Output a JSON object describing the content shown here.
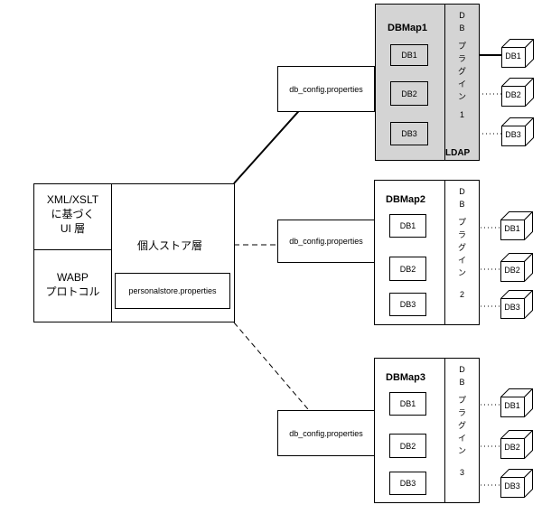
{
  "left_panel": {
    "xml_xslt_line1": "XML/XSLT",
    "xml_xslt_line2": "に基づく",
    "xml_xslt_line3": "UI 層",
    "wabp_line1": "WABP",
    "wabp_line2": "プロトコル",
    "personal_store": "個人ストア層",
    "personalstore_props": "personalstore.properties"
  },
  "config_label": "db_config.properties",
  "maps": [
    {
      "title": "DBMap1",
      "dbs": [
        "DB1",
        "DB2",
        "DB3"
      ],
      "plugin_chars": [
        "D",
        "B",
        "",
        "プ",
        "ラ",
        "グ",
        "イ",
        "ン",
        "",
        "1"
      ],
      "ldap": "LDAP"
    },
    {
      "title": "DBMap2",
      "dbs": [
        "DB1",
        "DB2",
        "DB3"
      ],
      "plugin_chars": [
        "D",
        "B",
        "",
        "プ",
        "ラ",
        "グ",
        "イ",
        "ン",
        "",
        "2"
      ]
    },
    {
      "title": "DBMap3",
      "dbs": [
        "DB1",
        "DB2",
        "DB3"
      ],
      "plugin_chars": [
        "D",
        "B",
        "",
        "プ",
        "ラ",
        "グ",
        "イ",
        "ン",
        "",
        "3"
      ]
    }
  ],
  "databases": [
    "DB1",
    "DB2",
    "DB3"
  ],
  "colors": {
    "highlight_fill": "#d4d4d4",
    "stroke": "#000000"
  }
}
